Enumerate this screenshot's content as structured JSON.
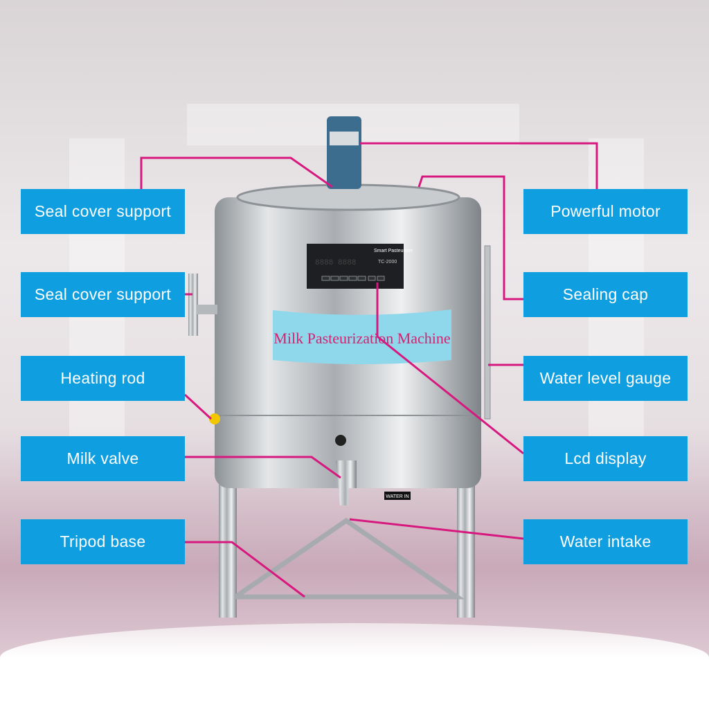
{
  "colors": {
    "label_bg": "#0f9fe0",
    "label_text": "#ffffff",
    "callout_line": "#d6187f",
    "steel": "#bfc3c6"
  },
  "machine": {
    "panel_brand": "Smart Pasteurizer",
    "panel_model": "TC-2000",
    "panel_display": "8888 8888",
    "banner_text": "Milk Pasteurization Machine",
    "water_in_tag": "WATER IN"
  },
  "labels_left": [
    {
      "text": "Seal cover support"
    },
    {
      "text": "Seal cover support"
    },
    {
      "text": "Heating rod"
    },
    {
      "text": "Milk valve"
    },
    {
      "text": "Tripod base"
    }
  ],
  "labels_right": [
    {
      "text": "Powerful motor"
    },
    {
      "text": "Sealing cap"
    },
    {
      "text": "Water level gauge"
    },
    {
      "text": "Lcd display"
    },
    {
      "text": "Water intake"
    }
  ]
}
